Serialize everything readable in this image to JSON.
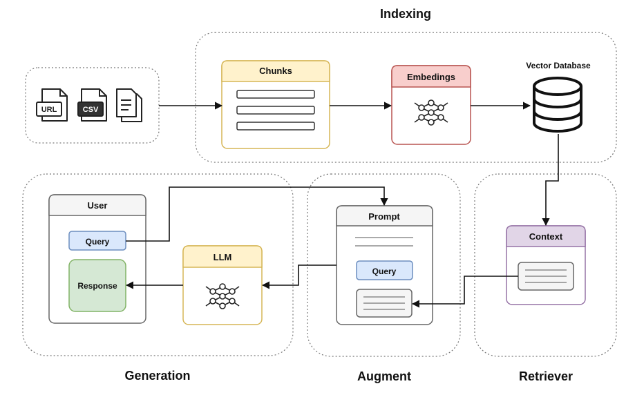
{
  "sections": {
    "indexing": "Indexing",
    "generation": "Generation",
    "augment": "Augment",
    "retriever": "Retriever"
  },
  "sources": {
    "url_label": "URL",
    "csv_label": "CSV"
  },
  "nodes": {
    "chunks": "Chunks",
    "embeddings": "Embedings",
    "vector_db": "Vector Database",
    "context": "Context",
    "prompt": "Prompt",
    "prompt_query": "Query",
    "llm": "LLM",
    "user": "User",
    "user_query": "Query",
    "response": "Response"
  },
  "icons": {
    "sources": [
      "url-file-icon",
      "csv-file-icon",
      "documents-icon"
    ],
    "embeddings": "neural-network-icon",
    "vector_db": "database-icon",
    "llm": "neural-network-icon"
  },
  "colors": {
    "chunks_border": "#d6b656",
    "chunks_fill": "#fff2cc",
    "embeddings_border": "#b85450",
    "embeddings_fill": "#f8cecc",
    "context_border": "#9673a6",
    "context_fill": "#e1d5e7",
    "query_border": "#6c8ebf",
    "query_fill": "#dae8fc",
    "response_border": "#82b366",
    "response_fill": "#d5e8d4",
    "neutral_border": "#666666",
    "neutral_fill": "#f5f5f5"
  }
}
